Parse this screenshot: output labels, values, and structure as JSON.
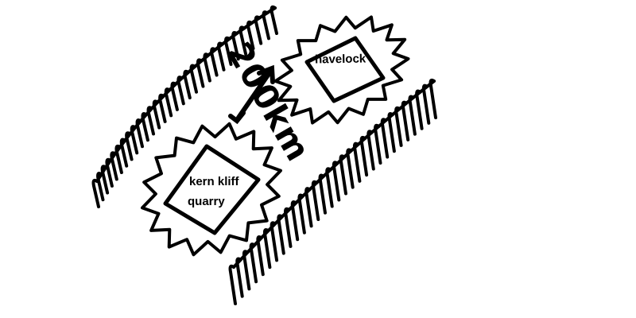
{
  "map": {
    "places": [
      {
        "id": "havelock",
        "name": "havelock"
      },
      {
        "id": "kern-kliff-quarry",
        "name_line1": "kern kliff",
        "name_line2": "quarry"
      }
    ],
    "distance": {
      "label": "200km"
    },
    "features": [
      {
        "type": "ridge",
        "name": ""
      },
      {
        "type": "ridge",
        "name": ""
      }
    ]
  },
  "style": {
    "ink": "#000000",
    "paper": "#ffffff"
  }
}
